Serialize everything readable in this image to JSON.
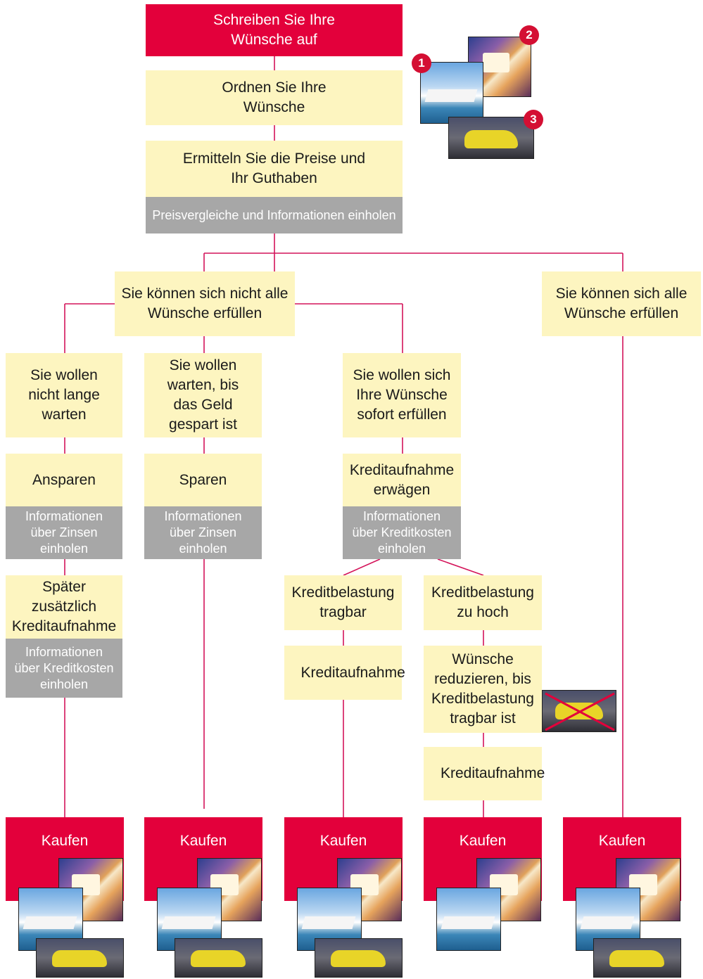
{
  "steps": {
    "wishes": "Schreiben Sie Ihre Wünsche auf",
    "order": "Ordnen Sie Ihre Wünsche",
    "prices": "Ermitteln Sie die Preise und Ihr Guthaben",
    "prices_info": "Preisvergleiche und Informationen einholen"
  },
  "badges": [
    "1",
    "2",
    "3"
  ],
  "branches": {
    "cannot": "Sie können sich nicht alle Wünsche erfüllen",
    "can": "Sie können sich alle Wünsche erfüllen"
  },
  "col1": {
    "want": "Sie wollen nicht lange warten",
    "action": "Ansparen",
    "info": "Informationen über Zinsen einholen",
    "later": "Später zusätzlich Kreditaufnahme",
    "later_info": "Informationen über Kreditkosten einholen"
  },
  "col2": {
    "want": "Sie wollen warten, bis das Geld gespart ist",
    "action": "Sparen",
    "info": "Informationen über Zinsen einholen"
  },
  "col3": {
    "want": "Sie wollen sich Ihre Wünsche sofort erfüllen",
    "action": "Kreditaufnahme erwägen",
    "info": "Informationen über Kreditkosten einholen"
  },
  "credit_ok": {
    "label": "Kreditbelastung tragbar",
    "next": "Kreditaufnahme"
  },
  "credit_high": {
    "label": "Kreditbelastung zu hoch",
    "reduce": "Wünsche reduzieren, bis Kreditbelastung tragbar ist",
    "next": "Kreditaufnahme"
  },
  "buy": [
    "Kaufen",
    "Kaufen",
    "Kaufen",
    "Kaufen",
    "Kaufen"
  ],
  "colors": {
    "red": "#e3003b",
    "yellow": "#fdf5c0",
    "gray": "#a7a7a7",
    "line": "#d4145a"
  },
  "icons": [
    "tv-photo-icon",
    "cruise-ship-photo-icon",
    "yellow-car-photo-icon",
    "crossed-out-car-icon"
  ]
}
